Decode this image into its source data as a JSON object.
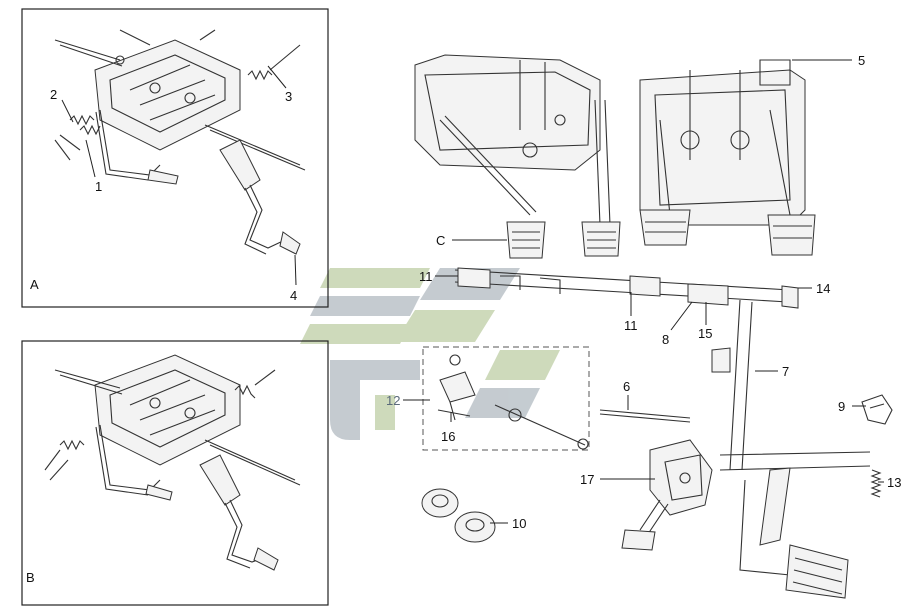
{
  "panels": {
    "panel_a_label": "A",
    "panel_b_label": "B"
  },
  "callouts": {
    "c1": "1",
    "c2": "2",
    "c3": "3",
    "c4": "4",
    "c5": "5",
    "c6": "6",
    "c7": "7",
    "c8": "8",
    "c9": "9",
    "c10": "10",
    "c11a": "11",
    "c11b": "11",
    "c12": "12",
    "c13": "13",
    "c14": "14",
    "c15": "15",
    "c16": "16",
    "c17": "17",
    "cC": "C"
  },
  "colors": {
    "watermark_gray": "#bfc6cc",
    "watermark_green": "#c9d6b4",
    "line": "#222222"
  }
}
